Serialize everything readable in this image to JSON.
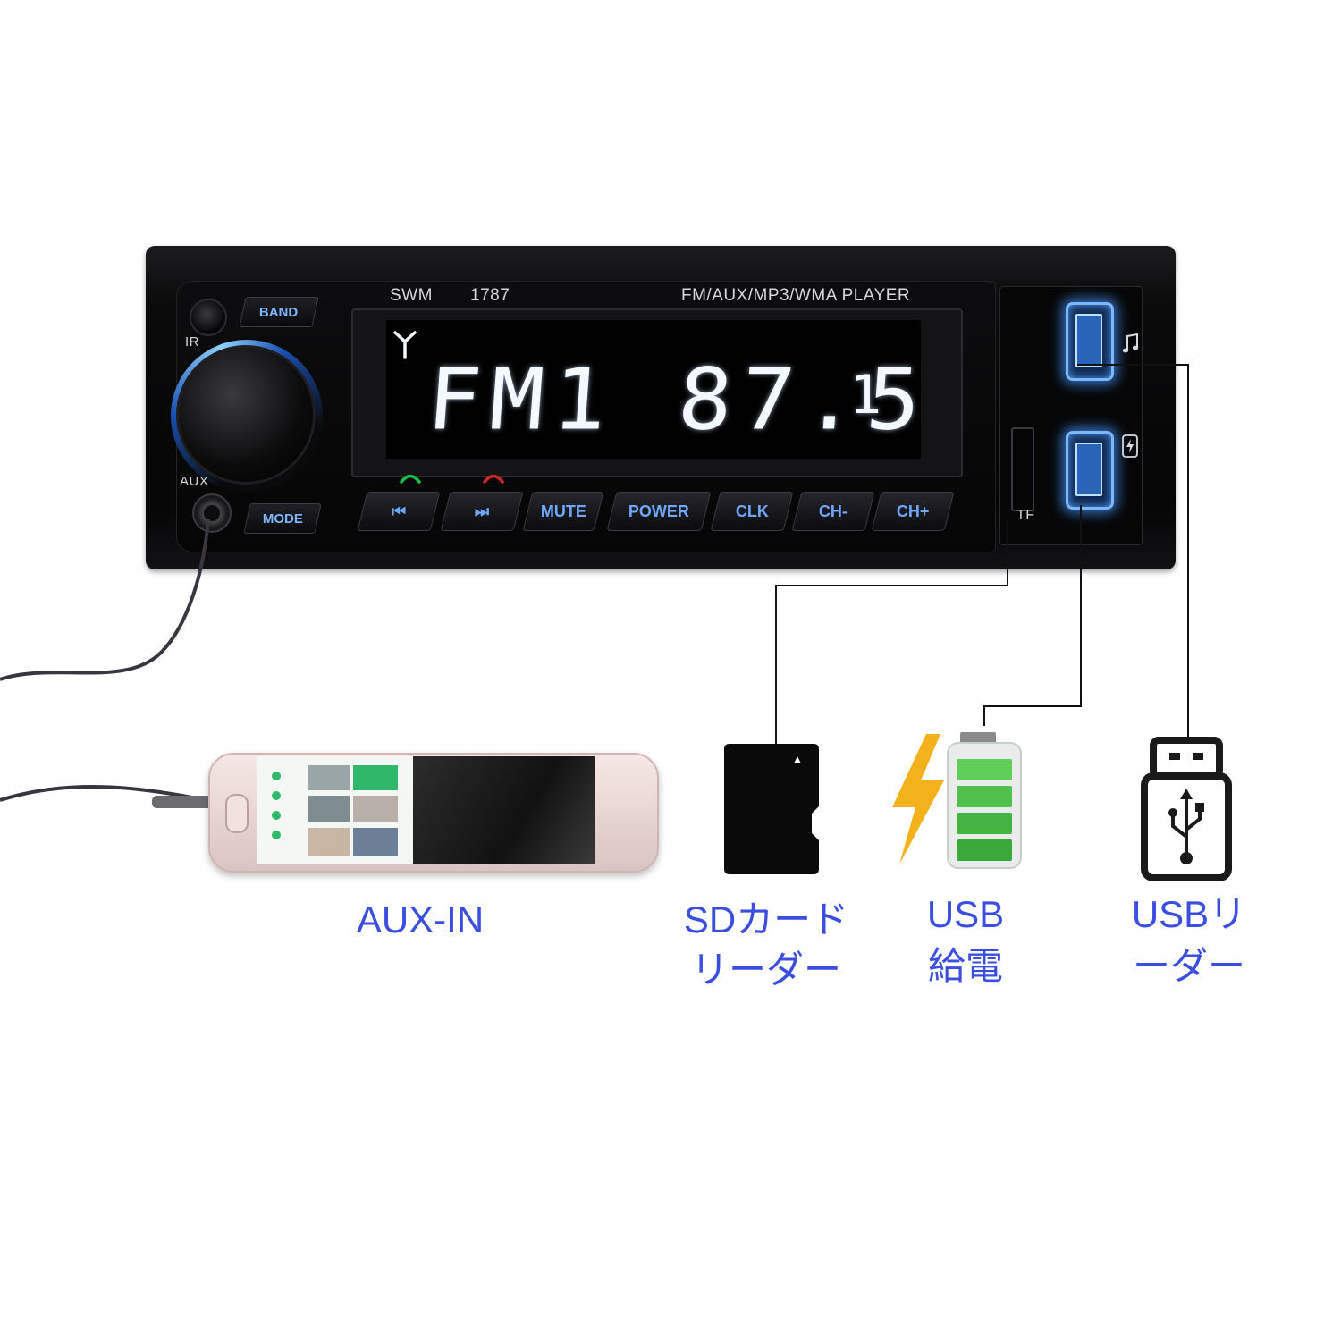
{
  "stereo": {
    "brand": "SWM",
    "model": "1787",
    "player_type": "FM/AUX/MP3/WMA PLAYER",
    "labels": {
      "ir": "IR",
      "aux": "AUX",
      "tf": "TF"
    },
    "buttons": {
      "band": "BAND",
      "mode": "MODE",
      "prev": "⏮",
      "next": "⏭",
      "mute": "MUTE",
      "power": "POWER",
      "clk": "CLK",
      "ch_minus": "CH-",
      "ch_plus": "CH+"
    },
    "display": {
      "band_text": "FM1 87.5",
      "channel": "1"
    }
  },
  "captions": {
    "aux_in": "AUX-IN",
    "sd_reader_line1": "SDカード",
    "sd_reader_line2": "リーダー",
    "usb_power_line1": "USB",
    "usb_power_line2": "給電",
    "usb_reader_line1": "USBリ",
    "usb_reader_line2": "ーダー"
  },
  "colors": {
    "caption": "#3b4ee0",
    "button_text": "#6fa8ff",
    "usb_glow": "#4696ff",
    "display_text": "#f4f8ff"
  },
  "icons": {
    "music": "music-note-icon",
    "charge": "lightning-icon"
  }
}
